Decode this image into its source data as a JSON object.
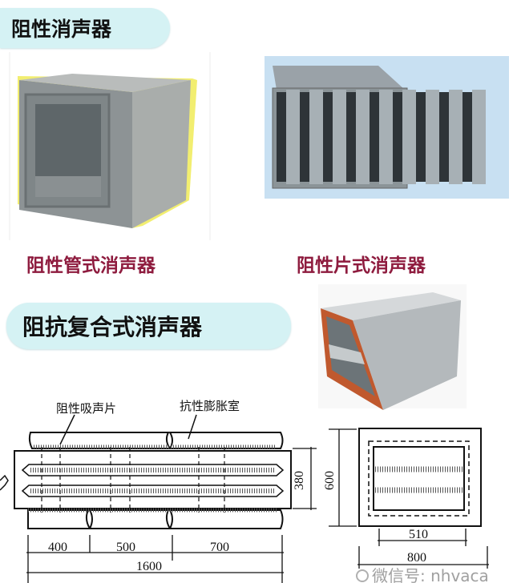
{
  "headings": {
    "resistive": "阻性消声器",
    "composite": "阻抗复合式消声器"
  },
  "captions": {
    "tube": "阻性管式消声器",
    "plate": "阻性片式消声器"
  },
  "diagram": {
    "label_absorber": "阻性吸声片",
    "label_chamber": "抗性膨胀室",
    "dim_400": "400",
    "dim_500": "500",
    "dim_700": "700",
    "dim_1600": "1600",
    "dim_380": "380",
    "dim_600": "600",
    "dim_510": "510",
    "dim_800": "800"
  },
  "watermark": "微信号: nhvaca",
  "colors": {
    "pill": "#d5f2f4",
    "caption": "#8e1b3e"
  }
}
